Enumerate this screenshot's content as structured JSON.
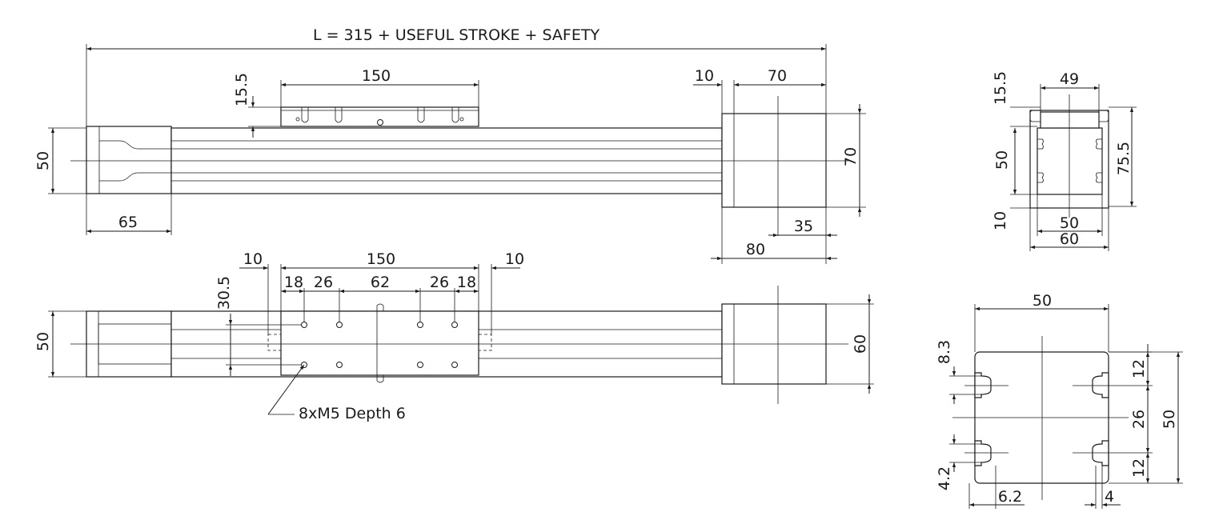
{
  "title": "L = 315 + USEFUL STROKE + SAFETY",
  "side_view": {
    "dims": {
      "carriage_length": "150",
      "carriage_height": "15.5",
      "end_gap": "10",
      "motor_block": "70",
      "profile_height": "50",
      "motor_height": "70",
      "end_cap_length": "65",
      "shaft_offset": "35",
      "motor_length": "80"
    }
  },
  "top_view": {
    "dims": {
      "left_gap": "10",
      "carriage_length": "150",
      "right_gap": "10",
      "seg1": "18",
      "seg2": "26",
      "seg3": "62",
      "seg4": "26",
      "seg5": "18",
      "hole_spacing": "30.5",
      "profile_width": "50",
      "motor_width": "60"
    },
    "callout": "8xM5 Depth 6"
  },
  "end_view": {
    "dims": {
      "carriage_width": "49",
      "carriage_height": "15.5",
      "profile_height": "50",
      "total_height": "75.5",
      "bottom_offset": "10",
      "inner_width": "50",
      "outer_width": "60"
    }
  },
  "profile_section": {
    "dims": {
      "width": "50",
      "slot_top": "8.3",
      "pitch_top": "12",
      "pitch_mid": "26",
      "pitch_bottom": "12",
      "height": "50",
      "slot_width": "4.2",
      "slot_depth": "6.2",
      "slot_opening": "4"
    }
  }
}
